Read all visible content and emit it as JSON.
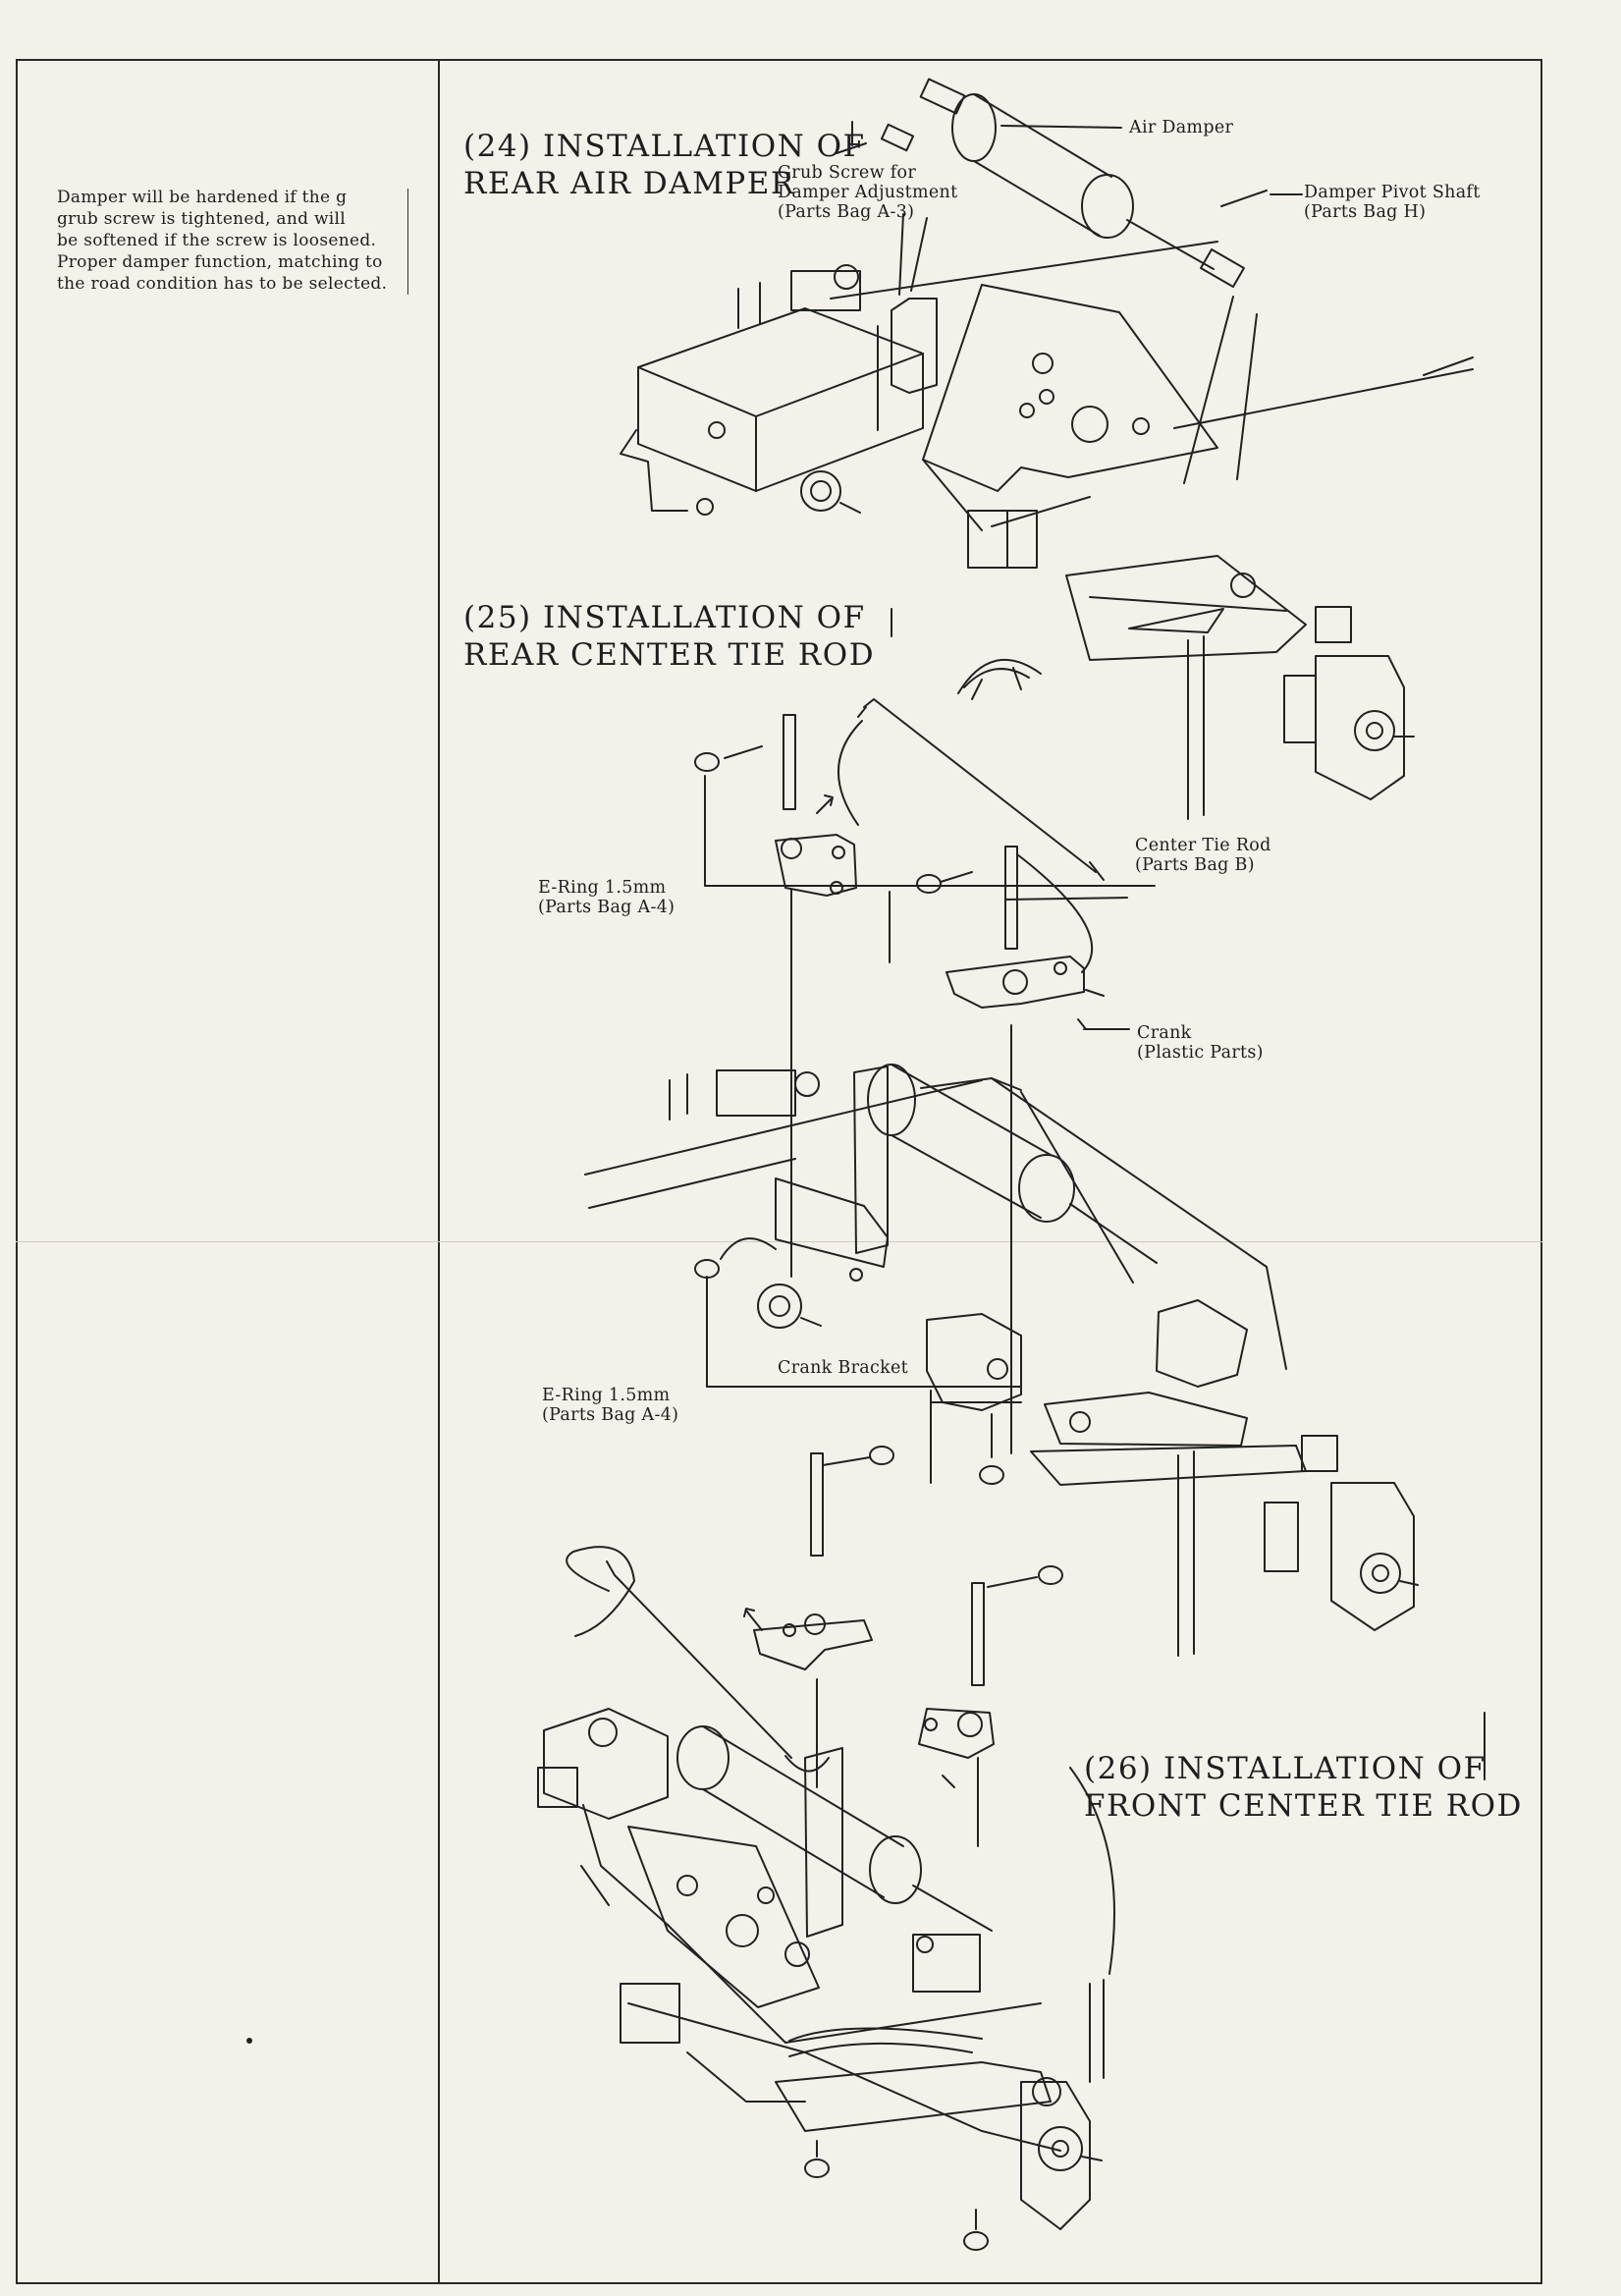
{
  "note": "Damper will be hardened if the g\ngrub screw is tightened, and will\nbe softened if the screw is loosened.\nProper damper function, matching to\nthe road condition has to be selected.",
  "sections": [
    {
      "number": "(24)",
      "title": "INSTALLATION OF\nREAR AIR DAMPER"
    },
    {
      "number": "(25)",
      "title": "INSTALLATION OF\nREAR CENTER TIE ROD"
    },
    {
      "number": "(26)",
      "title": "INSTALLATION OF\nFRONT CENTER TIE ROD"
    }
  ],
  "labels": {
    "air_damper": "Air Damper",
    "grub_screw": "Grub Screw for\nDamper Adjustment\n(Parts Bag A-3)",
    "pivot_shaft": "Damper Pivot Shaft\n(Parts Bag H)",
    "center_tie_rod": "Center Tie Rod\n(Parts Bag B)",
    "e_ring_upper": "E-Ring 1.5mm\n(Parts Bag A-4)",
    "crank": "Crank\n(Plastic Parts)",
    "crank_bracket": "Crank Bracket",
    "e_ring_lower": "E-Ring 1.5mm\n(Parts Bag A-4)"
  }
}
